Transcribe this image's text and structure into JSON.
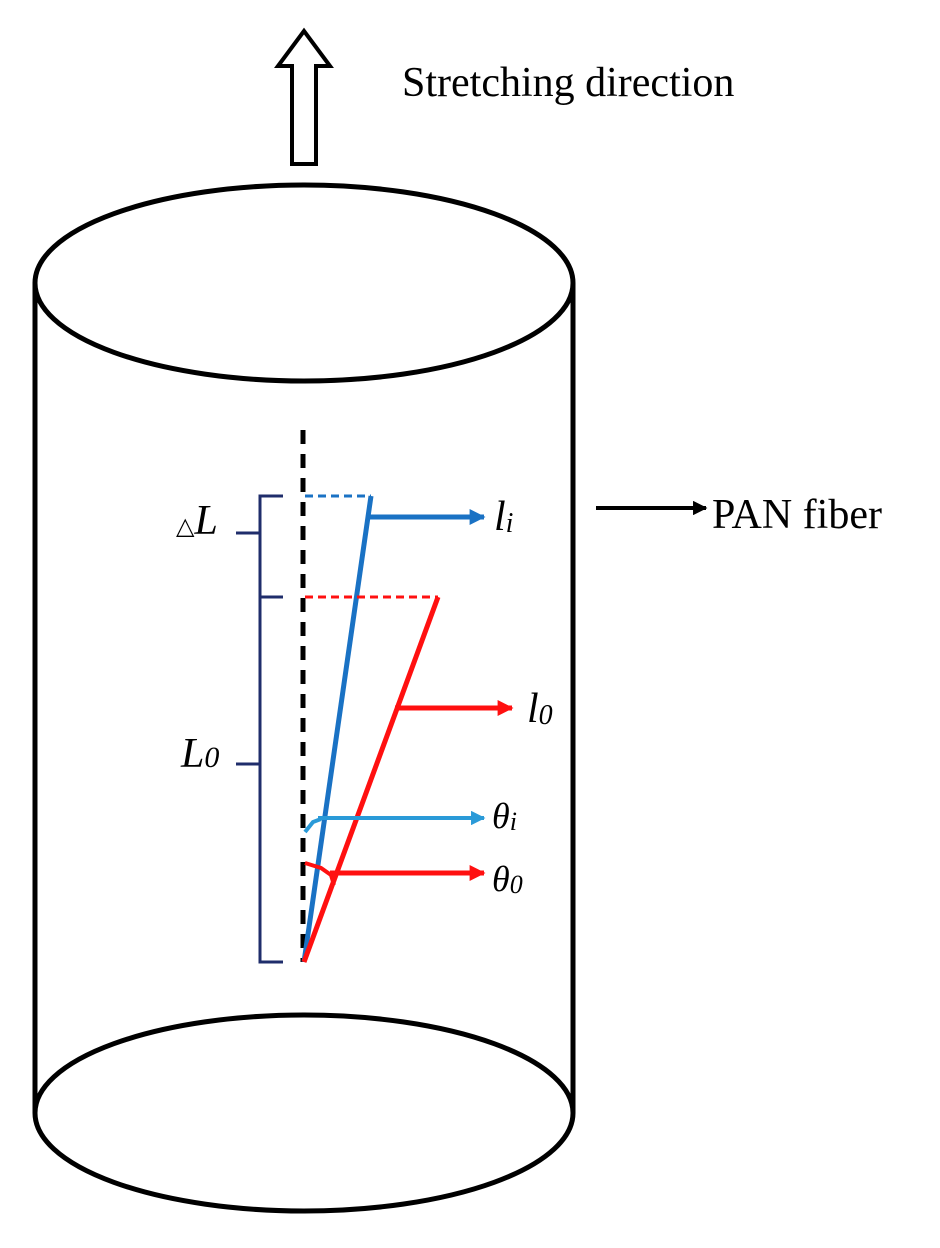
{
  "labels": {
    "stretching_direction": "Stretching direction",
    "pan_fiber": "PAN fiber",
    "delta_symbol": "△",
    "delta_L_letter": "L",
    "L0_letter": "L",
    "L0_sub": "0",
    "li_letter": "l",
    "li_sub": "i",
    "l0_letter": "l",
    "l0_sub": "0",
    "theta_i_letter": "θ",
    "theta_i_sub": "i",
    "theta_0_letter": "θ",
    "theta_0_sub": "0"
  },
  "colors": {
    "outline": "#000000",
    "bracket": "#1f2d6b",
    "stretched_fiber": "#1a72c4",
    "theta_i_arrow": "#2a9ad8",
    "original_fiber": "#ff1010"
  }
}
